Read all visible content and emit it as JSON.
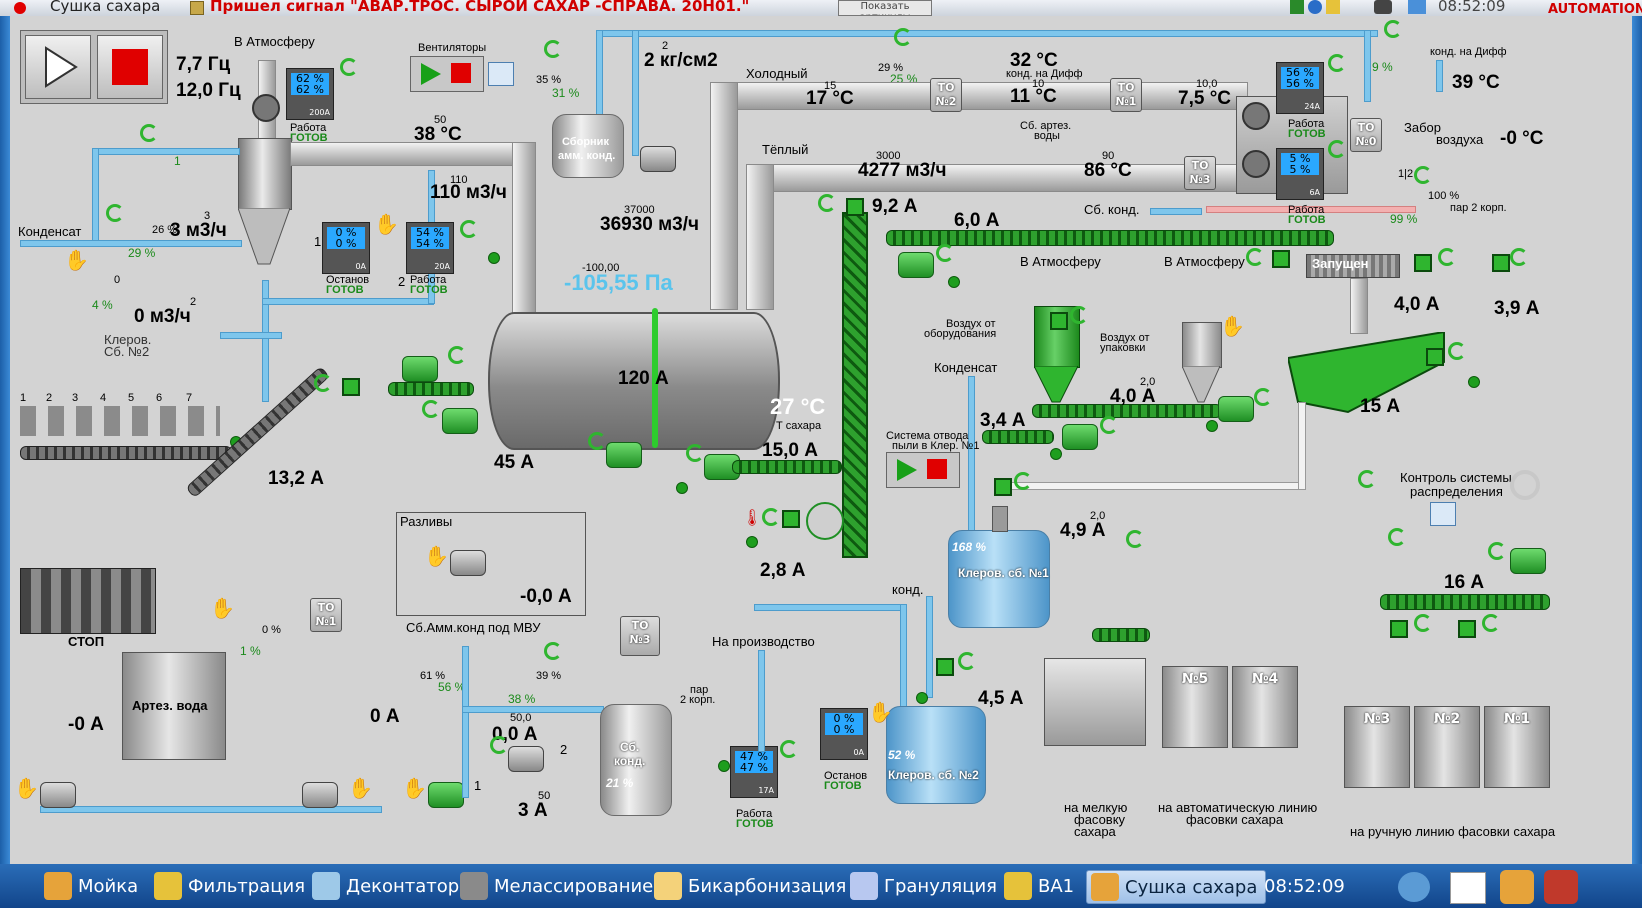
{
  "window": {
    "title": "Сушка сахара",
    "alarm": "Пришел сигнал \"АВАР.ТРОС. СЫРОЙ САХАР -СПРАВА. 20Н01.\"",
    "articles_btn": "Показать артикулы",
    "clock_top": "08:52:09",
    "brand": "AUTOMATION"
  },
  "colors": {
    "pipe_blue": "#7ec6ec",
    "pipe_gray": "#b8b8b8",
    "motor_green": "#2fb52f",
    "alarm_red": "#e00000",
    "accent_blue": "#1c5fa8"
  },
  "left": {
    "freq1": "7,7 Гц",
    "freq2": "12,0 Гц",
    "atmosphere": "В Атмосферу",
    "fan_panel": {
      "top": "62 %",
      "bottom": "62 %",
      "amp": "200A",
      "status1": "Работа",
      "status2": "ГОТОВ"
    },
    "fans_label": "Вентиляторы",
    "temp_38": "38 °C",
    "temp_38_sp": "50",
    "condensate": "Конденсат",
    "flow3": "3 м3/ч",
    "flow3_sp": "3",
    "v26": "26 %",
    "v29": "29 %",
    "v_small1": "1",
    "v_small0": "0",
    "v4": "4 %",
    "flow0": "0 м3/ч",
    "flow0_sp": "2",
    "klerov2": "Клеров.",
    "klerov2b": "Сб. №2",
    "panel0": {
      "top": "0 %",
      "bottom": "0 %",
      "amp": "0A",
      "status1": "Останов",
      "status2": "ГОТОВ"
    },
    "panel54": {
      "top": "54 %",
      "bottom": "54 %",
      "amp": "20A",
      "status1": "Работа",
      "status2": "ГОТОВ"
    },
    "flow110": "110 м3/ч",
    "flow110_sp": "110",
    "p_num1": "1",
    "p_num2": "2",
    "bins": [
      "1",
      "2",
      "3",
      "4",
      "5",
      "6",
      "7"
    ],
    "amp132": "13,2 А"
  },
  "drum": {
    "pressure": "-105,55 Па",
    "pressure_sp": "-100,00",
    "current": "120 А",
    "temp": "27 °C",
    "temp_label": "Т сахара",
    "amp45": "45 А",
    "flow": "36930 м3/ч",
    "flow_sp": "37000",
    "amp15": "15,0 А",
    "amp28": "2,8 А",
    "amp92": "9,2 А"
  },
  "top": {
    "pressure": "2 кг/см2",
    "pressure_sp": "2",
    "collector": "Сборник",
    "collector2": "амм. конд.",
    "v35": "35 %",
    "v31": "31 %",
    "v29": "29 %",
    "v25": "25 %",
    "cold": "Холодный",
    "cold_temp": "17 °C",
    "cold_sp": "15",
    "t32": "32 °C",
    "t32_label": "конд. на Дифф",
    "t11": "11 °C",
    "t11_sp": "10",
    "t75": "7,5 °C",
    "t75_sp": "10,0",
    "to2": "ТО №2",
    "to1": "ТО №1",
    "to3": "ТО №3",
    "to0": "ТО №0",
    "artez_water1": "Сб. артез.",
    "artez_water2": "воды",
    "warm": "Тёплый",
    "warm_flow": "4277 м3/ч",
    "warm_sp": "3000",
    "t86": "86 °C",
    "t86_sp": "90",
    "sb_kond": "Сб. конд.",
    "panel56": {
      "top": "56 %",
      "bottom": "56 %",
      "amp": "24A",
      "status1": "Работа",
      "status2": "ГОТОВ"
    },
    "panel5": {
      "top": "5 %",
      "bottom": "5 %",
      "amp": "6A",
      "status1": "Работа",
      "status2": "ГОТОВ"
    },
    "v9": "9 %",
    "diff_label": "конд. на Дифф",
    "t39": "39 °C",
    "intake1": "Забор",
    "intake2": "воздуха",
    "t0": "-0 °C",
    "v12": "1|2",
    "v100": "100 %",
    "v99": "99 %",
    "steam2": "пар 2 корп."
  },
  "right": {
    "amp6": "6,0 А",
    "atm1": "В Атмосферу",
    "atm2": "В Атмосферу",
    "started": "Запущен",
    "amp40": "4,0 А",
    "amp39": "3,9 А",
    "air_equip1": "Воздух от",
    "air_equip2": "оборудования",
    "air_pack1": "Воздух от",
    "air_pack2": "упаковки",
    "condensate": "Конденсат",
    "amp40b": "4,0 А",
    "amp40b_sp": "2,0",
    "amp34": "3,4 А",
    "amp15": "15 А",
    "dust1": "Система отвода",
    "dust2": "пыли в Клер. №1",
    "amp49": "4,9 А",
    "amp49_sp": "2,0",
    "distrib1": "Контроль системы",
    "distrib2": "распределения",
    "tank1_pct": "168 %",
    "tank1": "Клеров. сб. №1",
    "amp16": "16 А",
    "kond": "конд.",
    "amp45": "4,5 А",
    "tank2_pct": "52 %",
    "tank2": "Клеров. сб. №2",
    "silos": [
      "№5",
      "№4",
      "№3",
      "№2",
      "№1"
    ],
    "fine1": "на мелкую",
    "fine2": "фасовку",
    "fine3": "сахара",
    "auto1": "на автоматическую линию",
    "auto2": "фасовки сахара",
    "manual": "на ручную линию фасовки сахара",
    "to_production": "На производство",
    "panel47": {
      "top": "47 %",
      "bottom": "47 %",
      "amp": "17A",
      "status1": "Работа",
      "status2": "ГОТОВ"
    },
    "panel0b": {
      "top": "0 %",
      "bottom": "0 %",
      "amp": "0A",
      "status1": "Останов",
      "status2": "ГОТОВ"
    }
  },
  "bottom": {
    "stop": "СТОП",
    "artez": "Артез. вода",
    "to1": "ТО №1",
    "v0": "0 %",
    "v1": "1 %",
    "amp0a": "-0 А",
    "amp0b": "0 А",
    "spills": "Разливы",
    "spill_amp": "-0,0 А",
    "amm_kond": "Сб.Амм.конд под МВУ",
    "v61": "61 %",
    "v56": "56 %",
    "v39": "39 %",
    "v38": "38 %",
    "amp00": "0,0 А",
    "amp00_sp": "50,0",
    "pump2": "2",
    "pump1": "1",
    "amp3": "3 А",
    "amp3_sp": "50",
    "to3": "ТО №3",
    "steam1": "пар",
    "steam2": "2 корп.",
    "sb_kond1": "Сб.",
    "sb_kond2": "конд.",
    "sb_pct": "21 %"
  },
  "taskbar": {
    "items": [
      "Мойка",
      "Фильтрация",
      "Деконтатор",
      "Мелассирование",
      "Бикарбонизация",
      "Грануляция",
      "ВА1",
      "Сушка сахара"
    ],
    "clock": "08:52:09"
  }
}
